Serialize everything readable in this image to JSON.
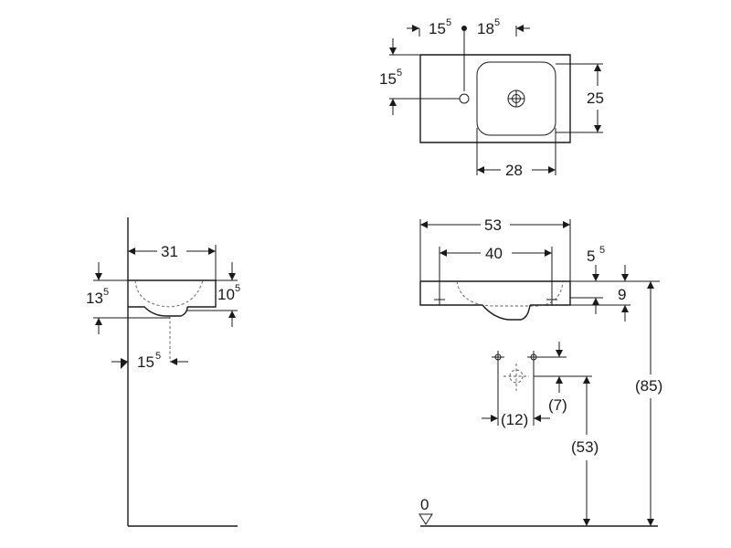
{
  "top_view": {
    "dim_left": "15",
    "dim_left_sup": "5",
    "dim_right": "18",
    "dim_right_sup": "5",
    "dim_vertical": "15",
    "dim_vertical_sup": "5",
    "dim_bowl_height": "25",
    "dim_bowl_width": "28"
  },
  "side_view": {
    "dim_width": "31",
    "dim_height_outer": "13",
    "dim_height_outer_sup": "5",
    "dim_height_inner": "10",
    "dim_height_inner_sup": "5",
    "dim_offset": "15",
    "dim_offset_sup": "5"
  },
  "front_view": {
    "dim_total_width": "53",
    "dim_inner_width": "40",
    "dim_top": "5",
    "dim_top_sup": "5",
    "dim_rim": "9",
    "dim_valve_spacing": "(12)",
    "dim_valve_rise": "(7)",
    "dim_valve_height": "(53)",
    "dim_total_height": "(85)",
    "floor_level": "0"
  }
}
